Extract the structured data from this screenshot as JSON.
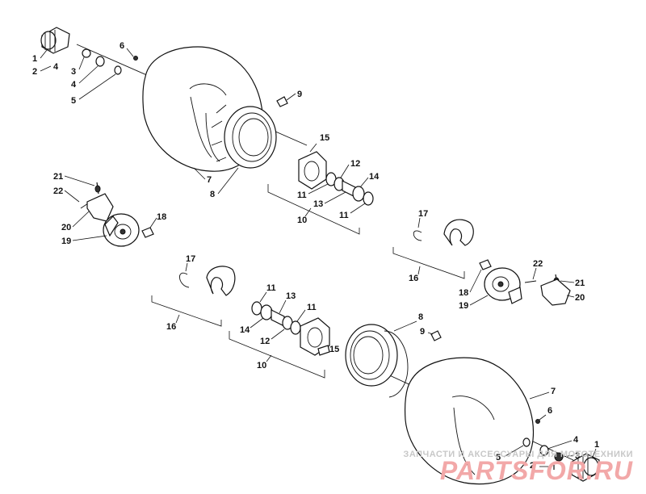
{
  "callouts": {
    "fr_1": "1",
    "fr_2": "2",
    "fr_3": "3",
    "fr_4a": "4",
    "fr_4b": "4",
    "fr_5": "5",
    "fr_6": "6",
    "fr_7": "7",
    "fr_8": "8",
    "fr_9": "9",
    "hubA_15": "15",
    "hubA_12": "12",
    "hubA_14": "14",
    "hubA_11a": "11",
    "hubA_13": "13",
    "hubA_11b": "11",
    "hubA_10": "10",
    "brkL_21": "21",
    "brkL_22": "22",
    "brkL_20": "20",
    "brkL_19": "19",
    "brkL_18": "18",
    "shoeA_17": "17",
    "shoeA_16": "16",
    "shoeB_17": "17",
    "shoeB_16": "16",
    "brkR_22": "22",
    "brkR_21": "21",
    "brkR_20": "20",
    "brkR_18": "18",
    "brkR_19": "19",
    "hubB_11a": "11",
    "hubB_13": "13",
    "hubB_11b": "11",
    "hubB_14": "14",
    "hubB_12": "12",
    "hubB_15": "15",
    "hubB_10": "10",
    "rr_8": "8",
    "rr_9": "9",
    "rr_7": "7",
    "rr_6": "6",
    "rr_4": "4",
    "rr_3": "3",
    "rr_5": "5",
    "rr_2": "2",
    "rr_1": "1"
  },
  "watermark": {
    "caption": "ЗАПЧАСТИ И АКСЕССУАРЫ ДЛЯ МОТОТЕХНИКИ",
    "logo": "PARTSFOR.RU"
  }
}
